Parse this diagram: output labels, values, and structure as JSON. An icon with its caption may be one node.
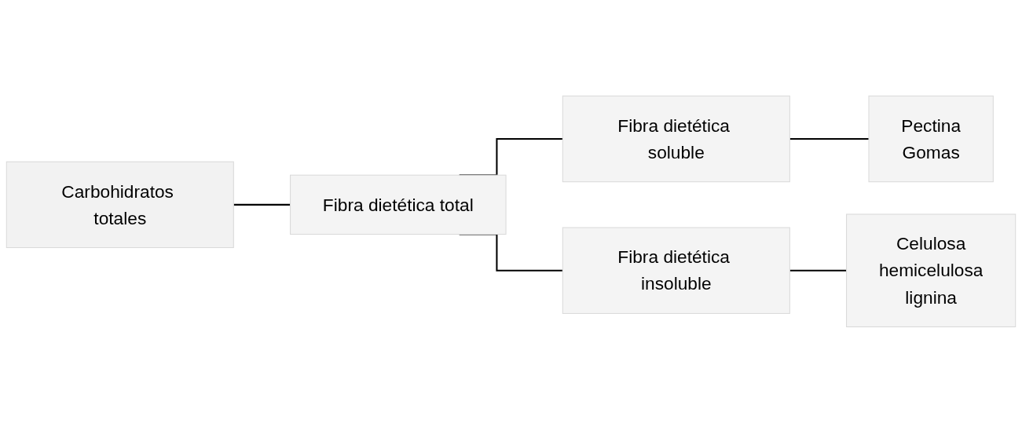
{
  "diagram": {
    "nodes": [
      {
        "text": [
          "Carbohidratos totales"
        ]
      },
      {
        "text": [
          "Fibra dietética total"
        ]
      },
      {
        "text": [
          "Fibra dietética soluble"
        ]
      },
      {
        "text": [
          "Fibra dietética insoluble"
        ]
      },
      {
        "text": [
          "Pectina",
          "Gomas"
        ]
      },
      {
        "text": [
          "Celulosa",
          "hemicelulosa",
          "lignina"
        ]
      }
    ],
    "edges": [
      {
        "from": 0,
        "to": 1,
        "arrow": "none"
      },
      {
        "from": 1,
        "to": 2,
        "arrow": "none"
      },
      {
        "from": 1,
        "to": 3,
        "arrow": "none"
      },
      {
        "from": 2,
        "to": 4,
        "arrow": "none"
      },
      {
        "from": 3,
        "to": 5,
        "arrow": "none"
      }
    ]
  }
}
